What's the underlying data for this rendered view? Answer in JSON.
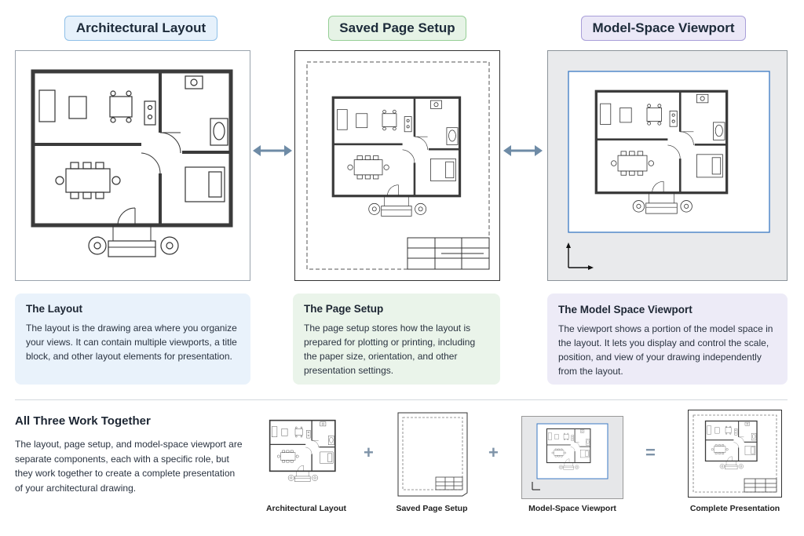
{
  "headers": {
    "layout": "Architectural Layout",
    "page_setup": "Saved Page Setup",
    "viewport": "Model-Space Viewport"
  },
  "colors": {
    "blue_bg": "#e6f1fb",
    "blue_border": "#8fc0e8",
    "green_bg": "#e6f3e6",
    "green_border": "#96cf96",
    "purple_bg": "#ebe8f7",
    "purple_border": "#a99fd9",
    "arrow": "#6e8ba6",
    "viewport_frame": "#3a79c4"
  },
  "cards": {
    "layout": {
      "title": "The Layout",
      "body": "The layout is the drawing area where you organize your views. It can contain multiple viewports, a title block, and other layout elements for presentation."
    },
    "page_setup": {
      "title": "The Page Setup",
      "body": "The page setup stores how the layout is prepared for plotting or printing, including the paper size, orientation, and other presentation settings."
    },
    "viewport": {
      "title": "The Model Space Viewport",
      "body": "The viewport shows a portion of the model space in the layout. It lets you display and control the scale, position, and view of your drawing independently from the layout."
    }
  },
  "together": {
    "title": "All Three Work Together",
    "body": "The layout, page setup, and model-space viewport are separate components, each with a specific role, but they work together to create a complete presentation of your architectural drawing."
  },
  "equation": {
    "captions": [
      "Architectural Layout",
      "Saved Page Setup",
      "Model-Space Viewport",
      "Complete Presentation"
    ],
    "plus": "+",
    "equals": "="
  },
  "icons": [
    "double-arrow-icon",
    "ucs-axis-icon",
    "floor-plan-icon",
    "title-block-icon"
  ]
}
